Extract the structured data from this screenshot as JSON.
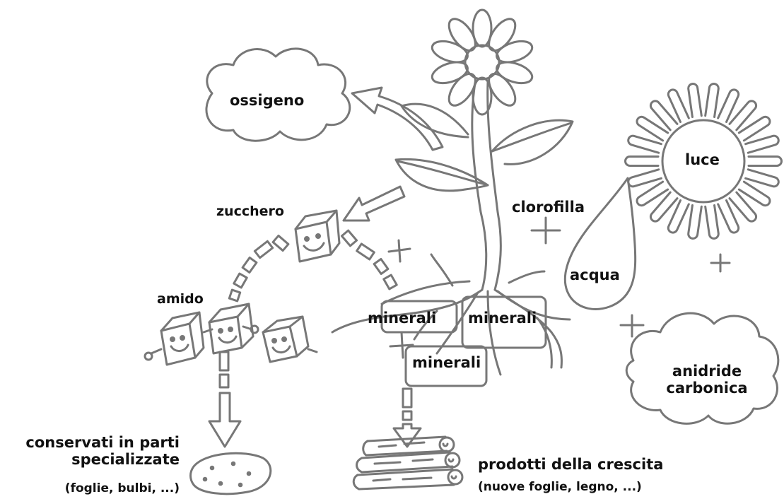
{
  "colors": {
    "ink": "#777777",
    "text": "#111111",
    "background": "#ffffff"
  },
  "labels": {
    "oxygen": "ossigeno",
    "sugar": "zucchero",
    "chlorophyll": "clorofilla",
    "light": "luce",
    "water": "acqua",
    "starch": "amido",
    "carbon_dioxide": [
      "anidride",
      "carbonica"
    ],
    "minerals": [
      "minerali",
      "minerali",
      "minerali"
    ],
    "storage_title": [
      "conservati in parti",
      "specializzate"
    ],
    "storage_examples": "(foglie, bulbi, ...)",
    "growth_title": "prodotti della crescita",
    "growth_examples": "(nuove foglie, legno, ...)"
  },
  "icons": [
    "cloud-icon",
    "flower-icon",
    "leaf-icon",
    "sun-icon",
    "water-drop-icon",
    "sugar-cube-icon",
    "plus-icon",
    "arrow-icon",
    "potato-icon",
    "log-bundle-icon",
    "root-icon"
  ]
}
